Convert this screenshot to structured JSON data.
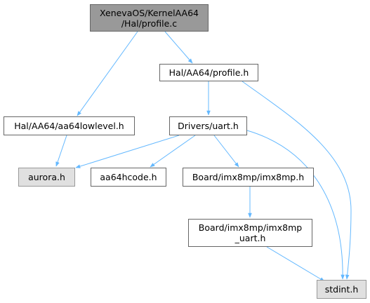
{
  "colors": {
    "edge": "#63b8ff",
    "root_fill": "#999999",
    "system_fill": "#e0e0e0",
    "border": "#666666"
  },
  "nodes": {
    "root": {
      "lines": [
        "XenevaOS/KernelAA64",
        "/Hal/profile.c"
      ]
    },
    "profile_h": {
      "lines": [
        "Hal/AA64/profile.h"
      ]
    },
    "lowlevel": {
      "lines": [
        "Hal/AA64/aa64lowlevel.h"
      ]
    },
    "uart": {
      "lines": [
        "Drivers/uart.h"
      ]
    },
    "aurora": {
      "lines": [
        "aurora.h"
      ]
    },
    "hcode": {
      "lines": [
        "aa64hcode.h"
      ]
    },
    "imx8mp": {
      "lines": [
        "Board/imx8mp/imx8mp.h"
      ]
    },
    "imxuart": {
      "lines": [
        "Board/imx8mp/imx8mp",
        "_uart.h"
      ]
    },
    "stdint": {
      "lines": [
        "stdint.h"
      ]
    }
  }
}
